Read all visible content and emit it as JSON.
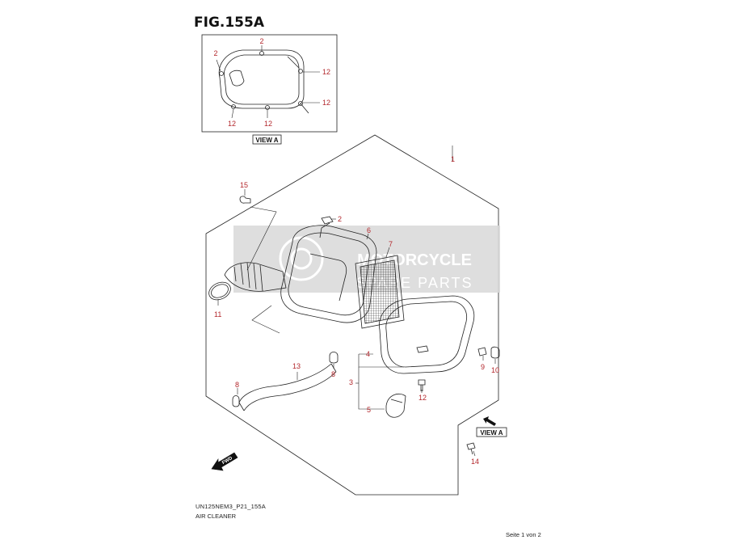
{
  "figure": {
    "title": "FIG.155A",
    "model_code": "UN125NEM3_P21_155A",
    "part_group": "AIR CLEANER",
    "page": "Seite 1 von 2"
  },
  "view_labels": {
    "inset": "VIEW A",
    "pointer": "VIEW A"
  },
  "fwd_label": "FWD",
  "watermark": {
    "line1": "MOTORCYCLE",
    "line2": "SPARE PARTS"
  },
  "callouts": {
    "inset_2_top": "2",
    "inset_2_left": "2",
    "inset_12_a": "12",
    "inset_12_b": "12",
    "inset_12_c": "12",
    "inset_12_d": "12",
    "p1": "1",
    "p2": "2",
    "p3": "3",
    "p4": "4",
    "p5": "5",
    "p6": "6",
    "p7": "7",
    "p8_a": "8",
    "p8_b": "8",
    "p9": "9",
    "p10": "10",
    "p11": "11",
    "p12": "12",
    "p13": "13",
    "p14": "14",
    "p15": "15"
  },
  "colors": {
    "callout_red": "#b3282d",
    "line": "#222222",
    "watermark_bg": "#d9d9d9",
    "watermark_text": "#ffffff"
  }
}
